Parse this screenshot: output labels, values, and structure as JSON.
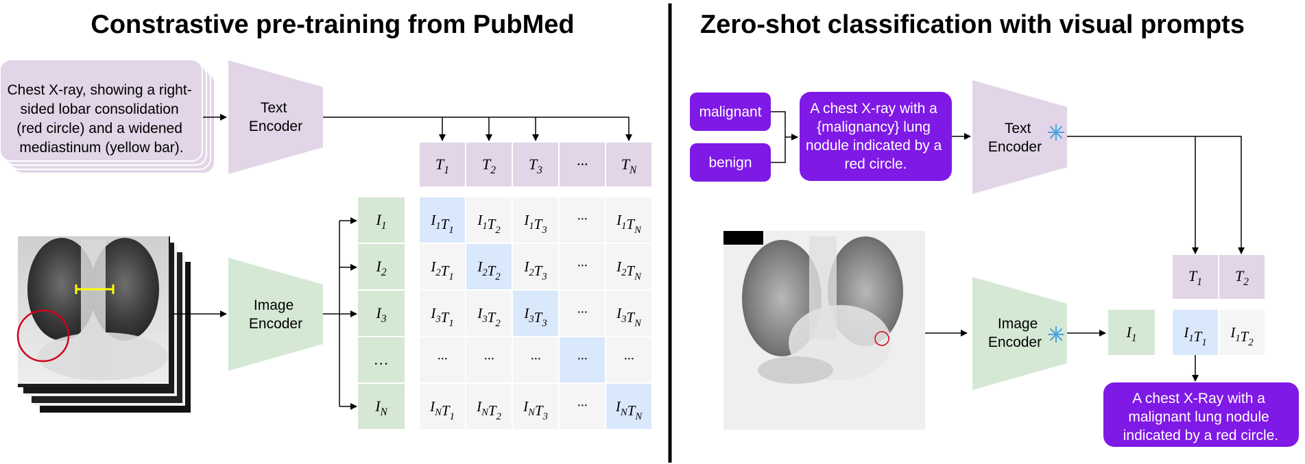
{
  "left": {
    "title": "Constrastive pre-training from PubMed",
    "caption_lines": [
      "Chest X-ray, showing a right-",
      "sided lobar consolidation",
      "(red circle) and a widened",
      "mediastinum (yellow bar)."
    ],
    "text_encoder": [
      "Text",
      "Encoder"
    ],
    "image_encoder": [
      "Image",
      "Encoder"
    ],
    "text_tokens": [
      {
        "base": "T",
        "sub": "1"
      },
      {
        "base": "T",
        "sub": "2"
      },
      {
        "base": "T",
        "sub": "3"
      },
      {
        "base": "···",
        "sub": ""
      },
      {
        "base": "T",
        "sub": "N"
      }
    ],
    "image_tokens": [
      {
        "base": "I",
        "sub": "1"
      },
      {
        "base": "I",
        "sub": "2"
      },
      {
        "base": "I",
        "sub": "3"
      },
      {
        "base": "…",
        "sub": ""
      },
      {
        "base": "I",
        "sub": "N"
      }
    ],
    "ellipsis": "···",
    "diag_ellipsis": "…",
    "highlight_color": "#dae8fc",
    "cell_color": "#f5f5f5"
  },
  "right": {
    "title": "Zero-shot classification with visual prompts",
    "labels": [
      "malignant",
      "benign"
    ],
    "prompt_lines": [
      "A chest X-ray with a",
      "{malignancy} lung",
      "nodule indicated by a",
      "red circle."
    ],
    "text_encoder": [
      "Text",
      "Encoder"
    ],
    "image_encoder": [
      "Image",
      "Encoder"
    ],
    "text_tokens": [
      {
        "base": "T",
        "sub": "1"
      },
      {
        "base": "T",
        "sub": "2"
      }
    ],
    "image_token": {
      "base": "I",
      "sub": "1"
    },
    "result_lines": [
      "A chest X-Ray with a",
      "malignant lung nodule",
      "indicated by a red circle."
    ],
    "frozen_icon": "snowflake-icon"
  },
  "colors": {
    "purple_fill": "#e1d5e7",
    "green_fill": "#d5e8d4",
    "prompt_purple": "#7f19e6",
    "circle_red": "#d0021b",
    "bar_yellow": "#ffff00",
    "snowflake_blue": "#4aa3df"
  }
}
